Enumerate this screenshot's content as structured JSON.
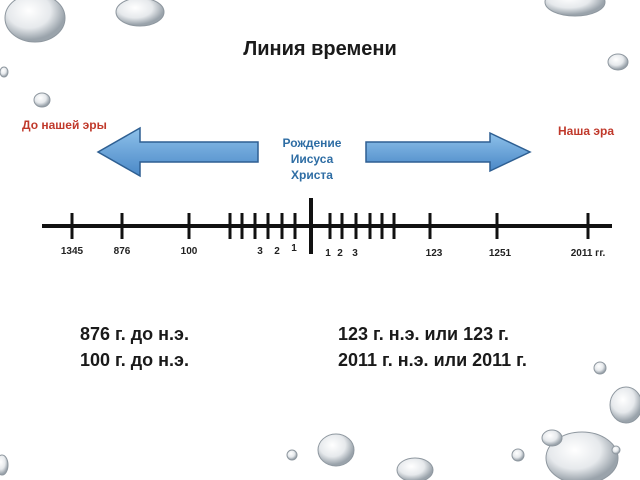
{
  "title": "Линия времени",
  "era_before": "До нашей эры",
  "era_after": "Наша эра",
  "birth_label": [
    "Рождение",
    "Иисуса",
    "Христа"
  ],
  "timeline_labels": {
    "bce": [
      "1345",
      "876",
      "100",
      "3",
      "2",
      "1"
    ],
    "ce": [
      "1",
      "2",
      "3",
      "123",
      "1251",
      "2011 гг."
    ]
  },
  "examples": {
    "left": [
      "876 г. до н.э.",
      "100 г. до н.э."
    ],
    "right": [
      "123 г. н.э. или 123 г.",
      "2011 г. н.э. или 2011 г."
    ]
  },
  "colors": {
    "arrow_fill": "#5b9bd5",
    "arrow_stroke": "#2e5f92",
    "era_text": "#c0392b",
    "birth_text": "#2e6da4"
  }
}
